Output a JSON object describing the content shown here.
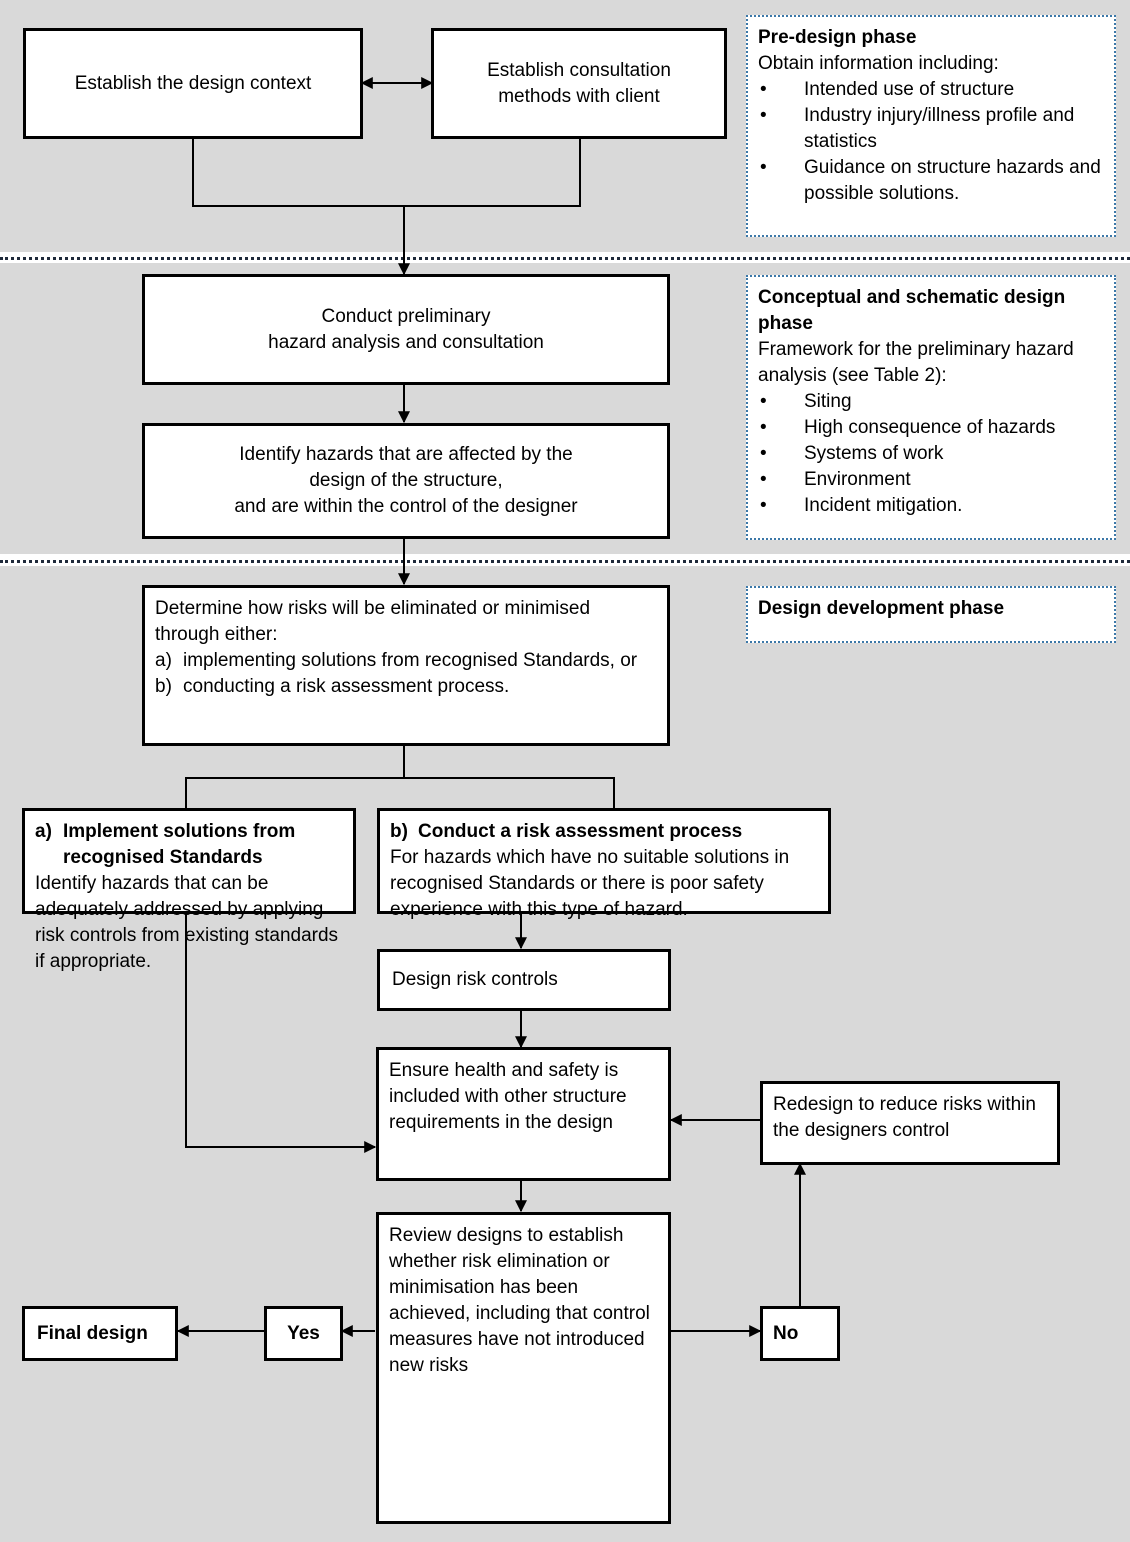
{
  "pre_design": {
    "context_box": "Establish the design context",
    "consultation_box": [
      "Establish consultation",
      "methods with client"
    ],
    "note": {
      "title": "Pre-design phase",
      "intro": "Obtain information including:",
      "items": [
        "Intended use of structure",
        "Industry injury/illness profile and statistics",
        "Guidance on structure hazards and possible solutions."
      ]
    }
  },
  "conceptual": {
    "preliminary_box": [
      "Conduct preliminary",
      "hazard analysis and consultation"
    ],
    "identify_box": [
      "Identify hazards that are affected by the",
      "design of the structure,",
      "and are within the control of the designer"
    ],
    "note": {
      "title": "Conceptual and schematic design phase",
      "intro": "Framework for the preliminary hazard analysis (see Table 2):",
      "items": [
        "Siting",
        "High consequence of hazards",
        "Systems of work",
        "Environment",
        "Incident mitigation."
      ]
    }
  },
  "development": {
    "note_title": "Design development phase",
    "determine_box": {
      "text": "Determine how risks will be eliminated or minimised through either:",
      "options": [
        {
          "marker": "a)",
          "text": "implementing solutions from recognised Standards, or"
        },
        {
          "marker": "b)",
          "text": "conducting a risk assessment process."
        }
      ]
    },
    "standards_box": {
      "marker": "a)",
      "title": "Implement solutions from recognised Standards",
      "text": "Identify hazards that can be adequately addressed by applying risk controls from existing standards if appropriate."
    },
    "risk_box": {
      "marker": "b)",
      "title": "Conduct a risk assessment process",
      "text": "For hazards which have no suitable solutions in recognised Standards or there is poor safety experience with this type of hazard."
    },
    "controls_box": "Design risk controls",
    "ensure_box": "Ensure health and safety is included with other structure requirements in the design",
    "redesign_box": "Redesign to reduce risks within the designers control",
    "review_box": "Review designs to establish whether risk elimination or minimisation has been achieved, including that control measures have not introduced new risks",
    "yes_label": "Yes",
    "no_label": "No",
    "final_label": "Final design"
  }
}
